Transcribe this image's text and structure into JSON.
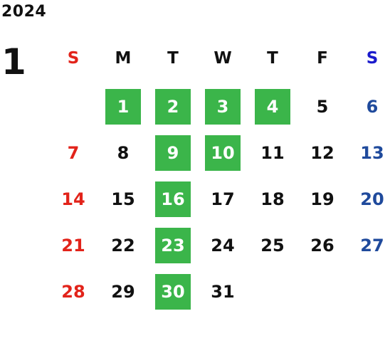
{
  "year": "2024",
  "month": "1",
  "colors": {
    "highlight": "#3bb54a",
    "sunday": "#e2231a",
    "saturday": "#1f4a9c",
    "saturday_header": "#1a1acc"
  },
  "weekdays": [
    "S",
    "M",
    "T",
    "W",
    "T",
    "F",
    "S"
  ],
  "weeks": [
    [
      {
        "day": ""
      },
      {
        "day": "1",
        "hl": true
      },
      {
        "day": "2",
        "hl": true
      },
      {
        "day": "3",
        "hl": true
      },
      {
        "day": "4",
        "hl": true
      },
      {
        "day": "5"
      },
      {
        "day": "6"
      }
    ],
    [
      {
        "day": "7"
      },
      {
        "day": "8"
      },
      {
        "day": "9",
        "hl": true
      },
      {
        "day": "10",
        "hl": true
      },
      {
        "day": "11"
      },
      {
        "day": "12"
      },
      {
        "day": "13"
      }
    ],
    [
      {
        "day": "14"
      },
      {
        "day": "15"
      },
      {
        "day": "16",
        "hl": true
      },
      {
        "day": "17"
      },
      {
        "day": "18"
      },
      {
        "day": "19"
      },
      {
        "day": "20"
      }
    ],
    [
      {
        "day": "21"
      },
      {
        "day": "22"
      },
      {
        "day": "23",
        "hl": true
      },
      {
        "day": "24"
      },
      {
        "day": "25"
      },
      {
        "day": "26"
      },
      {
        "day": "27"
      }
    ],
    [
      {
        "day": "28"
      },
      {
        "day": "29"
      },
      {
        "day": "30",
        "hl": true
      },
      {
        "day": "31"
      },
      {
        "day": ""
      },
      {
        "day": ""
      },
      {
        "day": ""
      }
    ]
  ]
}
